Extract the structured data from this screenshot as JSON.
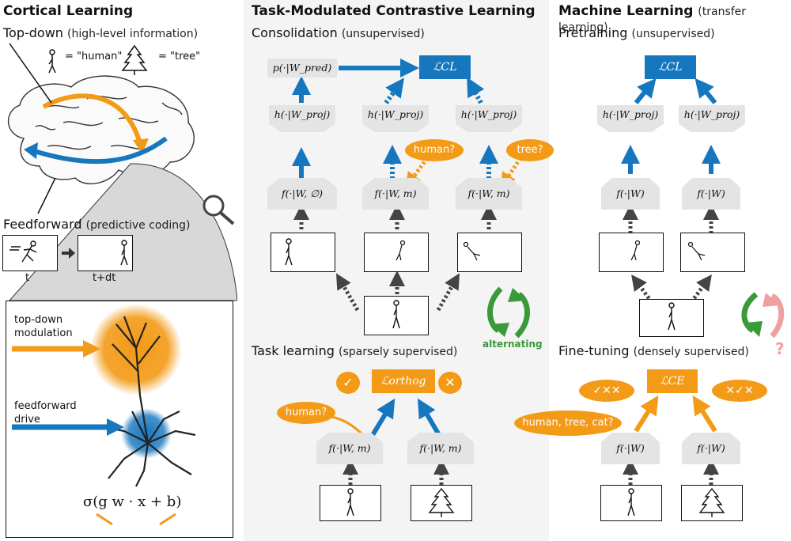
{
  "left": {
    "title": "Cortical Learning",
    "topdown_title": "Top-down",
    "topdown_note": "(high-level information)",
    "legend_human": "= \"human\"",
    "legend_tree": "= \"tree\"",
    "feedforward_title": "Feedforward",
    "feedforward_note": "(predictive coding)",
    "frame_t": "t",
    "frame_tdt": "t+dt",
    "topdown_mod": "top-down\nmodulation",
    "feedforward_drive": "feedforward\ndrive",
    "equation": "σ(g w · x + b)"
  },
  "middle": {
    "title": "Task-Modulated Contrastive Learning",
    "consolidation": "Consolidation",
    "consolidation_note": "(unsupervised)",
    "p_pred": "p(·|W_pred)",
    "l_cl": "ℒCL",
    "h_proj": "h(·|W_proj)",
    "f_empty": "f(·|W, ∅)",
    "f_m": "f(·|W, m)",
    "q_human": "human?",
    "q_tree": "tree?",
    "alternating": "alternating",
    "task_learning": "Task learning",
    "task_learning_note": "(sparsely supervised)",
    "l_orthog": "ℒorthog",
    "check": "✓",
    "cross": "✕"
  },
  "right": {
    "title": "Machine Learning",
    "title_note": "(transfer learning)",
    "pretraining": "Pretraining",
    "pretraining_note": "(unsupervised)",
    "l_cl": "ℒCL",
    "h_proj": "h(·|W_proj)",
    "f_w": "f(·|W)",
    "finetuning": "Fine-tuning",
    "finetuning_note": "(densely supervised)",
    "l_ce": "ℒCE",
    "marks_left": "✓✕✕",
    "marks_right": "✕✓✕",
    "question": "human, tree, cat?"
  },
  "colors": {
    "blue": "#1677bf",
    "orange": "#f39a17",
    "green": "#3a9a3a",
    "pink": "#f0a0a0",
    "gray": "#e4e4e4"
  }
}
